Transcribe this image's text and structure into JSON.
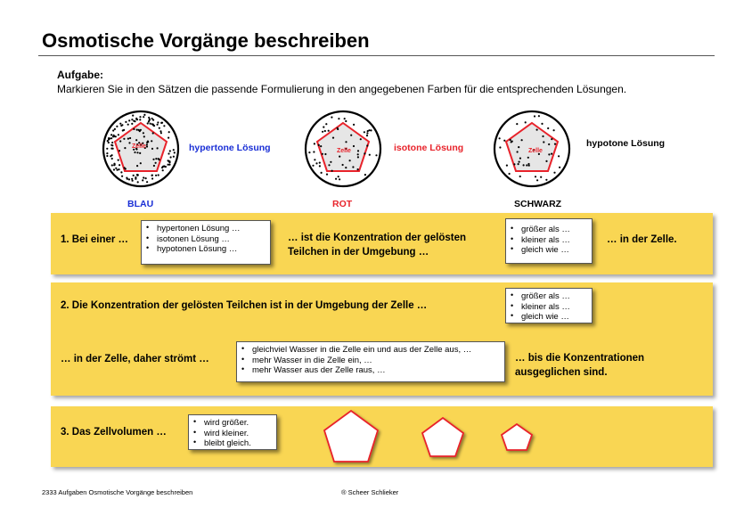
{
  "title": "Osmotische Vorgänge beschreiben",
  "task": {
    "heading": "Aufgabe:",
    "text": "Markieren Sie in den Sätzen die passende Formulierung in den angegebenen  Farben für die entsprechenden Lösungen."
  },
  "cells": [
    {
      "inner_label": "Zelle",
      "solution": "hypertone Lösung",
      "color_name": "BLAU",
      "color": "#1a2fd6"
    },
    {
      "inner_label": "Zelle",
      "solution": "isotone Lösung",
      "color_name": "ROT",
      "color": "#e8232b"
    },
    {
      "inner_label": "Zelle",
      "solution": "hypotone Lösung",
      "color_name": "SCHWARZ",
      "color": "#000000"
    }
  ],
  "q1": {
    "prefix": "1. Bei einer …",
    "options_a": [
      "hypertonen Lösung …",
      "isotonen Lösung …",
      "hypotonen Lösung …"
    ],
    "middle_line1": "… ist die Konzentration der gelösten",
    "middle_line2": "Teilchen in der Umgebung …",
    "options_b": [
      "größer als …",
      "kleiner als …",
      "gleich wie …"
    ],
    "suffix": "… in der Zelle."
  },
  "q2": {
    "line1": "2. Die Konzentration der gelösten Teilchen ist in der Umgebung der Zelle …",
    "options_a": [
      "größer als …",
      "kleiner als …",
      "gleich wie …"
    ],
    "line2": "… in der Zelle, daher strömt …",
    "options_b": [
      "gleichviel Wasser in die Zelle ein und aus der  Zelle aus, …",
      "mehr Wasser in die Zelle ein, …",
      "mehr Wasser aus der  Zelle raus, …"
    ],
    "suffix_line1": "… bis die Konzentrationen",
    "suffix_line2": "ausgeglichen sind."
  },
  "q3": {
    "prefix": "3. Das Zellvolumen …",
    "options": [
      "wird größer.",
      "wird kleiner.",
      "bleibt gleich."
    ]
  },
  "footer": {
    "left": "2333 Aufgaben Osmotische Vorgänge beschreiben",
    "center": "® Scheer Schlieker"
  },
  "colors": {
    "panel": "#f9d653",
    "pentagon_stroke": "#e8232b",
    "pentagon_fill": "#e6e6e6"
  }
}
